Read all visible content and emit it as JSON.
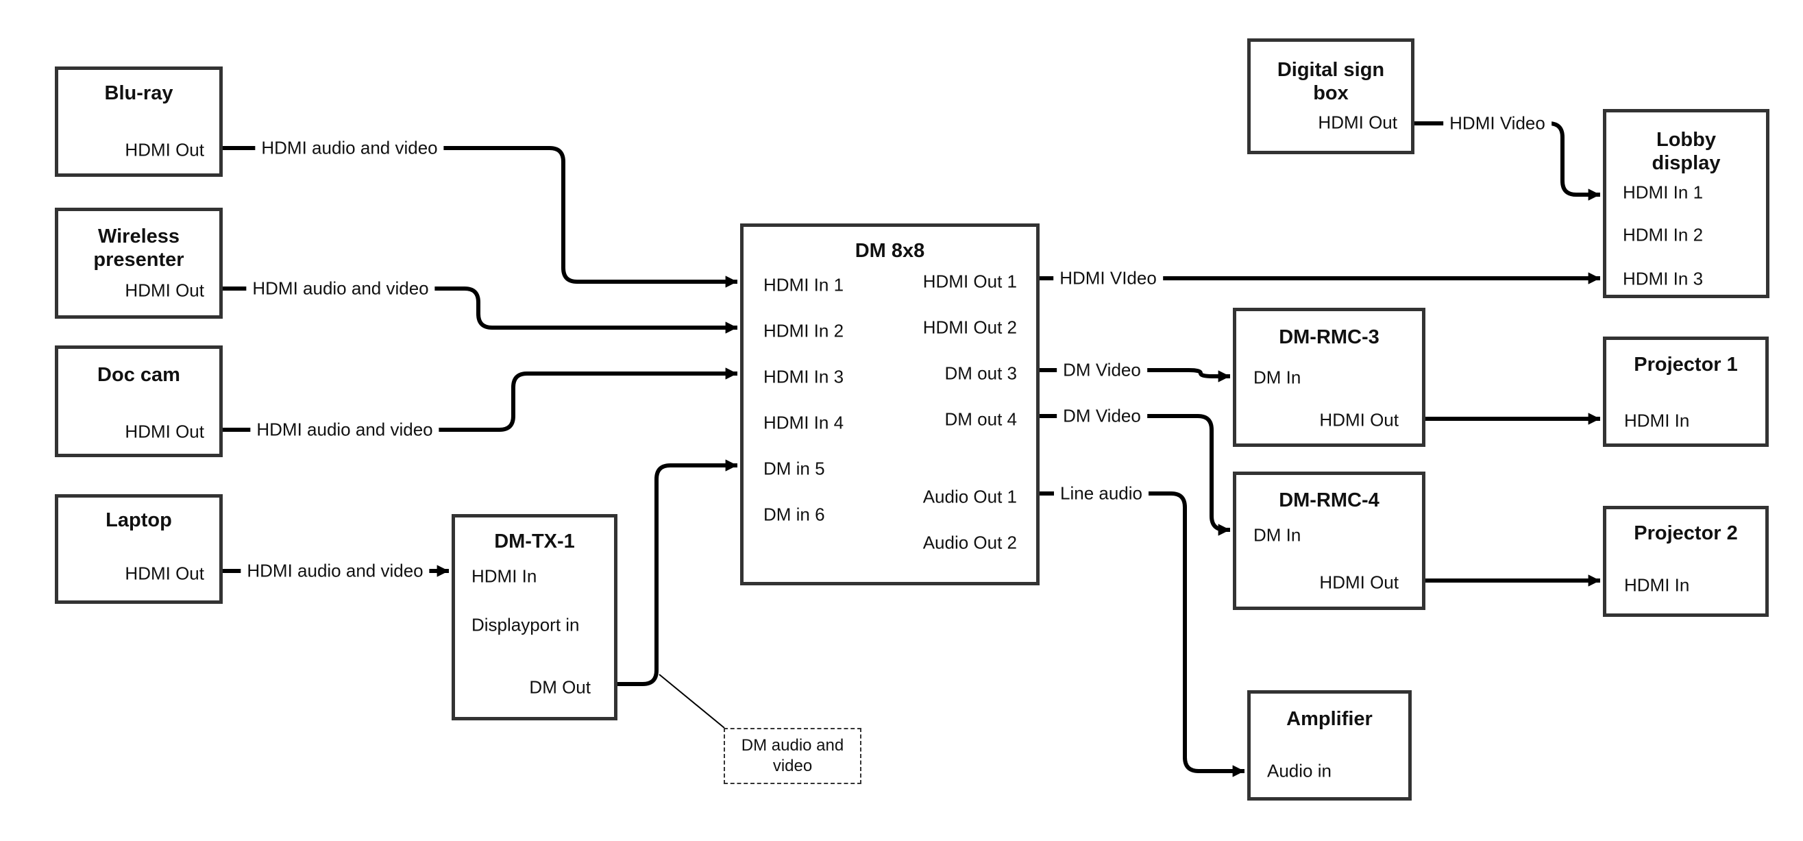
{
  "colors": {
    "background": "#ffffff",
    "line": "#000000",
    "box_border": "#333333",
    "text": "#111111"
  },
  "nodes": {
    "bluray": {
      "title": "Blu-ray",
      "port_hdmi_out": "HDMI Out"
    },
    "wireless": {
      "title": "Wireless\npresenter",
      "port_hdmi_out": "HDMI Out"
    },
    "doccam": {
      "title": "Doc cam",
      "port_hdmi_out": "HDMI Out"
    },
    "laptop": {
      "title": "Laptop",
      "port_hdmi_out": "HDMI Out"
    },
    "dmtx1": {
      "title": "DM-TX-1",
      "port_hdmi_in": "HDMI In",
      "port_displayport_in": "Displayport in",
      "port_dm_out": "DM Out"
    },
    "dm8x8": {
      "title": "DM 8x8",
      "port_hdmi_in_1": "HDMI In 1",
      "port_hdmi_in_2": "HDMI In 2",
      "port_hdmi_in_3": "HDMI In 3",
      "port_hdmi_in_4": "HDMI In 4",
      "port_dm_in_5": "DM in 5",
      "port_dm_in_6": "DM in 6",
      "port_hdmi_out_1": "HDMI Out 1",
      "port_hdmi_out_2": "HDMI Out 2",
      "port_dm_out_3": "DM out 3",
      "port_dm_out_4": "DM out 4",
      "port_audio_out_1": "Audio Out 1",
      "port_audio_out_2": "Audio Out 2"
    },
    "digitalsign": {
      "title": "Digital sign\nbox",
      "port_hdmi_out": "HDMI Out"
    },
    "lobby": {
      "title": "Lobby\ndisplay",
      "port_hdmi_in_1": "HDMI In 1",
      "port_hdmi_in_2": "HDMI In 2",
      "port_hdmi_in_3": "HDMI In 3"
    },
    "dmrmc3": {
      "title": "DM-RMC-3",
      "port_dm_in": "DM In",
      "port_hdmi_out": "HDMI Out"
    },
    "proj1": {
      "title": "Projector 1",
      "port_hdmi_in": "HDMI In"
    },
    "dmrmc4": {
      "title": "DM-RMC-4",
      "port_dm_in": "DM In",
      "port_hdmi_out": "HDMI Out"
    },
    "proj2": {
      "title": "Projector 2",
      "port_hdmi_in": "HDMI In"
    },
    "amplifier": {
      "title": "Amplifier",
      "port_audio_in": "Audio in"
    }
  },
  "edge_labels": {
    "bluray_to_dm8x8": "HDMI audio and video",
    "wireless_to_dm8x8": "HDMI audio and video",
    "doccam_to_dm8x8": "HDMI audio and video",
    "laptop_to_dmtx1": "HDMI audio and video",
    "dm8x8_to_lobby": "HDMI VIdeo",
    "digitalsign_to_lobby": "HDMI Video",
    "dm8x8_to_dmrmc3": "DM Video",
    "dm8x8_to_dmrmc4": "DM Video",
    "dm8x8_to_amplifier": "Line audio"
  },
  "callout": {
    "text": "DM audio and\nvideo"
  }
}
